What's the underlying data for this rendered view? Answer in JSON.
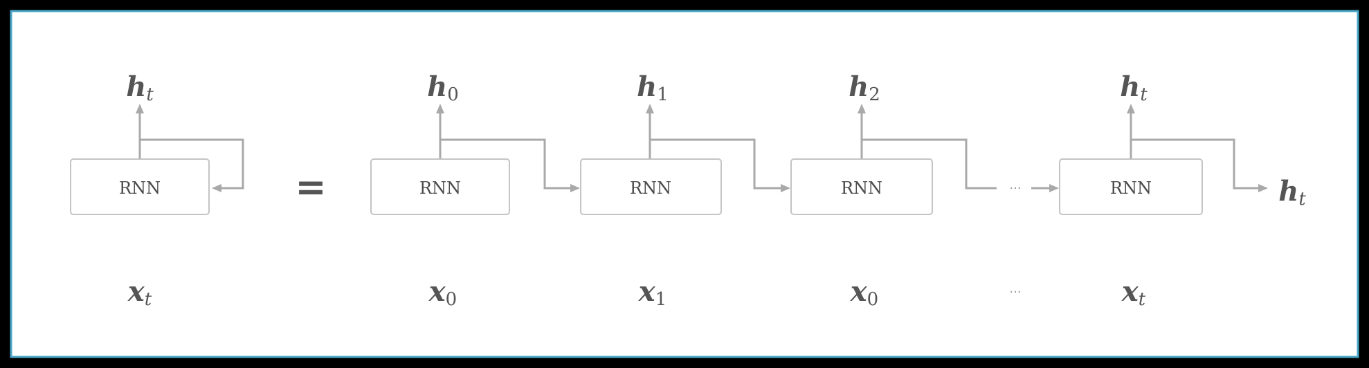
{
  "diagram": {
    "colors": {
      "border": "#4aa7c9",
      "wire": "#a9a9a9",
      "box_stroke": "#c4c4c4",
      "text": "#555555"
    },
    "folded": {
      "box_label": "RNN",
      "output": {
        "letter": "h",
        "sub": "t",
        "sub_italic": true
      },
      "input": {
        "letter": "x",
        "sub": "t",
        "sub_italic": true
      }
    },
    "equals": "=",
    "unrolled": [
      {
        "box_label": "RNN",
        "output": {
          "letter": "h",
          "sub": "0",
          "sub_italic": false
        },
        "input": {
          "letter": "x",
          "sub": "0",
          "sub_italic": false
        }
      },
      {
        "box_label": "RNN",
        "output": {
          "letter": "h",
          "sub": "1",
          "sub_italic": false
        },
        "input": {
          "letter": "x",
          "sub": "1",
          "sub_italic": false
        }
      },
      {
        "box_label": "RNN",
        "output": {
          "letter": "h",
          "sub": "2",
          "sub_italic": false
        },
        "input": {
          "letter": "x",
          "sub": "0",
          "sub_italic": false
        }
      },
      {
        "box_label": "RNN",
        "output": {
          "letter": "h",
          "sub": "t",
          "sub_italic": true
        },
        "input": {
          "letter": "x",
          "sub": "t",
          "sub_italic": true
        }
      }
    ],
    "ellipsis_hidden": "···",
    "ellipsis_input": "···",
    "final_output": {
      "letter": "h",
      "sub": "t",
      "sub_italic": true
    }
  }
}
